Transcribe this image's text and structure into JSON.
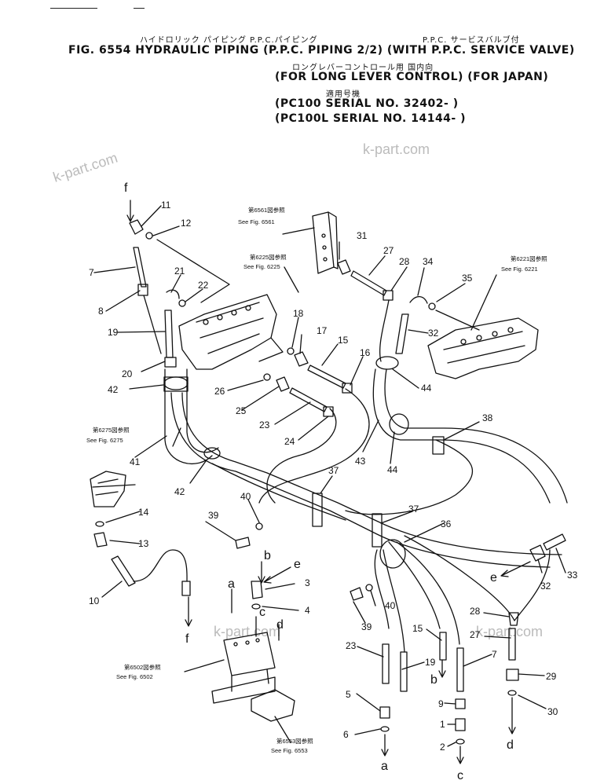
{
  "header": {
    "fig_jp": "ハイドロリック パイピング P.P.C.パイピング",
    "fig_jp_right": "P.P.C. サービスバルブ付",
    "fig_line": "FIG. 6554  HYDRAULIC PIPING (P.P.C. PIPING 2/2) (WITH P.P.C. SERVICE VALVE)",
    "sub_jp": "ロングレバーコントロール用      国内向",
    "sub_line": "(FOR LONG LEVER CONTROL) (FOR JAPAN)",
    "serial_jp": "適用号機",
    "serial_1": "(PC100   SERIAL NO. 32402- )",
    "serial_2": "(PC100L  SERIAL  NO. 14144- )"
  },
  "watermarks": [
    "k-part.com",
    "k-part.com",
    "k-part.com",
    "k-part.com"
  ],
  "refs": {
    "r6561_jp": "第6561図参照",
    "r6561": "See Fig. 6561",
    "r6225_jp": "第6225図参照",
    "r6225": "See Fig. 6225",
    "r6221_jp": "第6221図参照",
    "r6221": "See Fig. 6221",
    "r6275_jp": "第6275図参照",
    "r6275": "See Fig. 6275",
    "r6502_jp": "第6502図参照",
    "r6502": "See Fig. 6502",
    "r6553_jp": "第6553図参照",
    "r6553": "See Fig. 6553"
  },
  "callouts": {
    "c1": "1",
    "c2": "2",
    "c3": "3",
    "c4": "4",
    "c5": "5",
    "c6": "6",
    "c7a": "7",
    "c7b": "7",
    "c8": "8",
    "c9": "9",
    "c10": "10",
    "c11": "11",
    "c12": "12",
    "c13": "13",
    "c14": "14",
    "c15a": "15",
    "c15b": "15",
    "c16": "16",
    "c17": "17",
    "c18": "18",
    "c19a": "19",
    "c19b": "19",
    "c20": "20",
    "c21": "21",
    "c22": "22",
    "c23a": "23",
    "c23b": "23",
    "c24": "24",
    "c25": "25",
    "c26": "26",
    "c27a": "27",
    "c27b": "27",
    "c28a": "28",
    "c28b": "28",
    "c29": "29",
    "c30": "30",
    "c31": "31",
    "c32a": "32",
    "c32b": "32",
    "c33": "33",
    "c34": "34",
    "c35": "35",
    "c36": "36",
    "c37a": "37",
    "c37b": "37",
    "c38": "38",
    "c39a": "39",
    "c39b": "39",
    "c40a": "40",
    "c40b": "40",
    "c41": "41",
    "c42a": "42",
    "c42b": "42",
    "c43": "43",
    "c44a": "44",
    "c44b": "44"
  },
  "letters": {
    "f1": "f",
    "f2": "f",
    "a1": "a",
    "a2": "a",
    "b1": "b",
    "b2": "b",
    "c1": "c",
    "c2": "c",
    "d1": "d",
    "d2": "d",
    "e1": "e",
    "e2": "e"
  }
}
